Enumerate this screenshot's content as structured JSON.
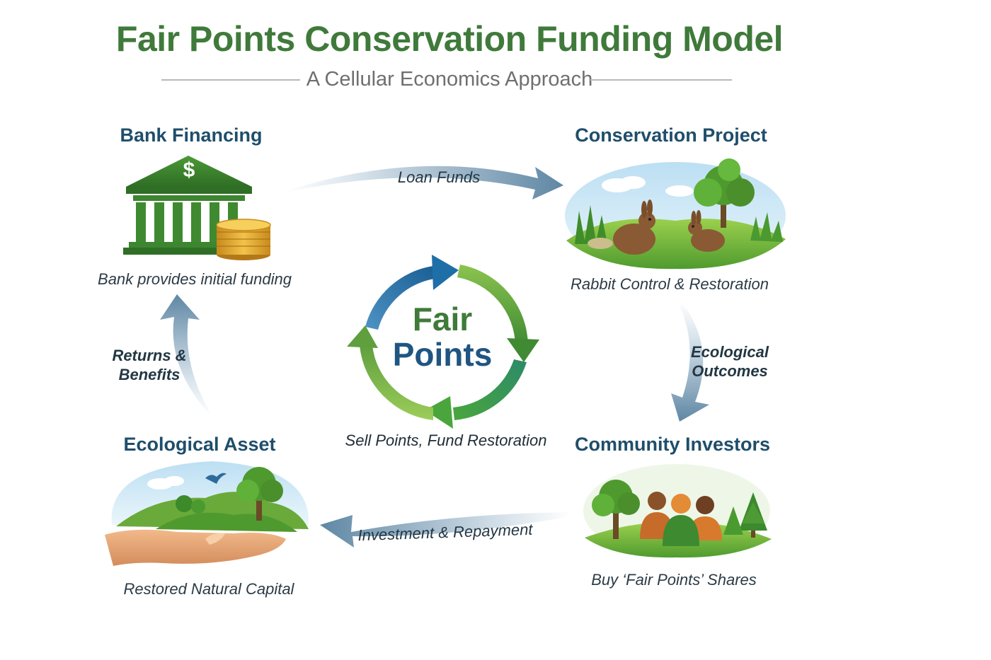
{
  "header": {
    "title": "Fair Points Conservation Funding Model",
    "subtitle": "A Cellular Economics Approach"
  },
  "nodes": {
    "bank": {
      "title": "Bank Financing",
      "caption": "Bank provides initial funding",
      "symbol": "$"
    },
    "project": {
      "title": "Conservation Project",
      "caption": "Rabbit Control & Restoration"
    },
    "investors": {
      "title": "Community Investors",
      "caption": "Buy ‘Fair Points’ Shares"
    },
    "asset": {
      "title": "Ecological Asset",
      "caption": "Restored Natural Capital"
    }
  },
  "flows": {
    "loan": "Loan Funds",
    "outcomes_line1": "Ecological",
    "outcomes_line2": "Outcomes",
    "investment": "Investment & Repayment",
    "returns_line1": "Returns &",
    "returns_line2": "Benefits"
  },
  "center": {
    "word1": "Fair",
    "word2": "Points",
    "caption": "Sell Points, Fund Restoration"
  },
  "colors": {
    "title_green": "#3f7a3a",
    "node_blue": "#1f4e6b",
    "cycle_blue": "#1e6fa8",
    "cycle_green": "#4a9a3a",
    "arrow_blue": "#6d93ae"
  }
}
